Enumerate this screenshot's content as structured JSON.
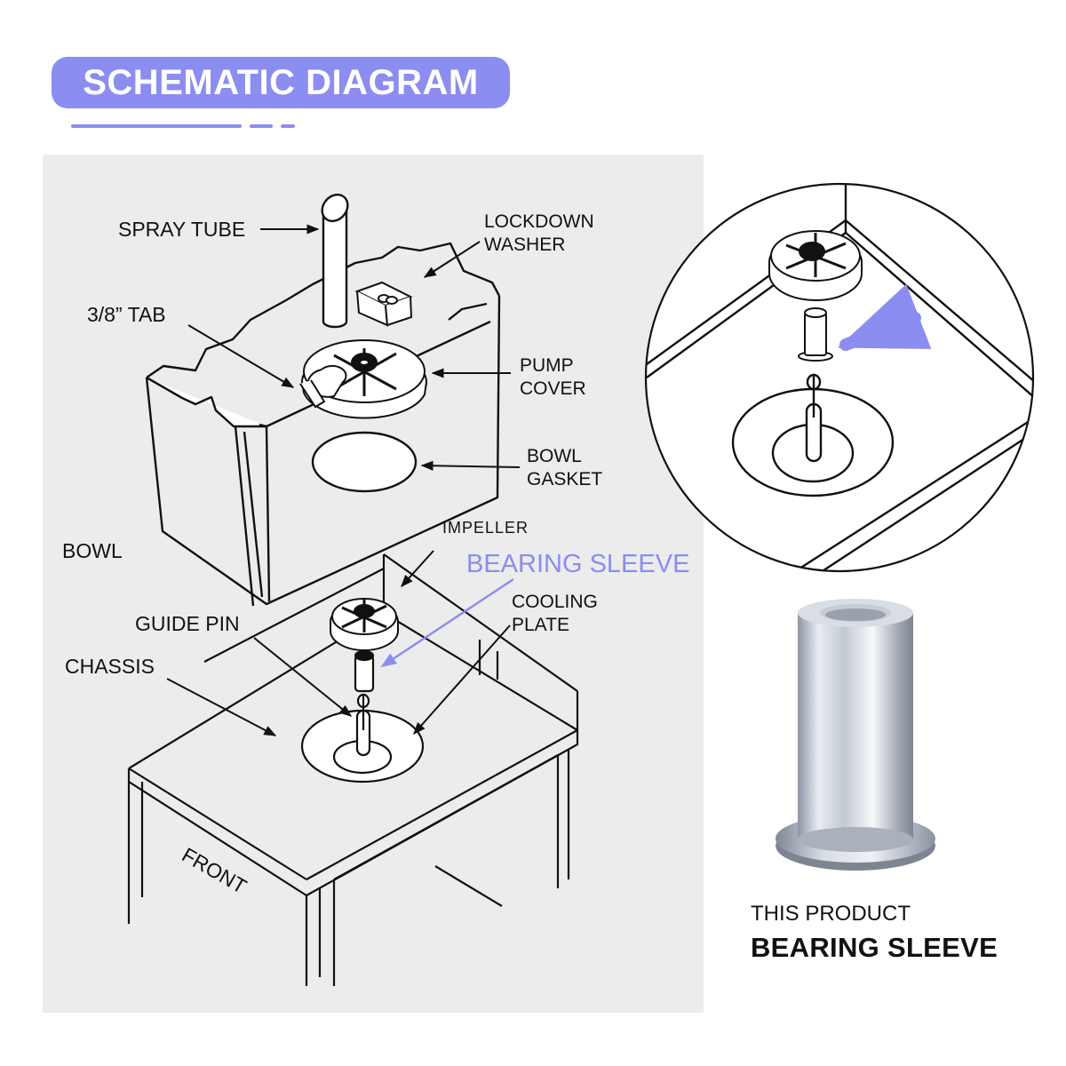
{
  "header": {
    "title": "SCHEMATIC DIAGRAM"
  },
  "labels": {
    "spray_tube": "SPRAY TUBE",
    "lockdown_washer": [
      "LOCKDOWN",
      "WASHER"
    ],
    "tab": "3/8” TAB",
    "pump_cover": [
      "PUMP",
      "COVER"
    ],
    "bowl_gasket": [
      "BOWL",
      "GASKET"
    ],
    "bowl": "BOWL",
    "impeller": "IMPELLER",
    "bearing_sleeve": "BEARING SLEEVE",
    "cooling_plate": [
      "COOLING",
      "PLATE"
    ],
    "guide_pin": "GUIDE PIN",
    "chassis": "CHASSIS",
    "front": "FRONT"
  },
  "product": {
    "line1": "THIS PRODUCT",
    "line2": "BEARING SLEEVE"
  },
  "colors": {
    "accent": "#8b8df0",
    "panel": "#ececec",
    "ink": "#111111"
  }
}
